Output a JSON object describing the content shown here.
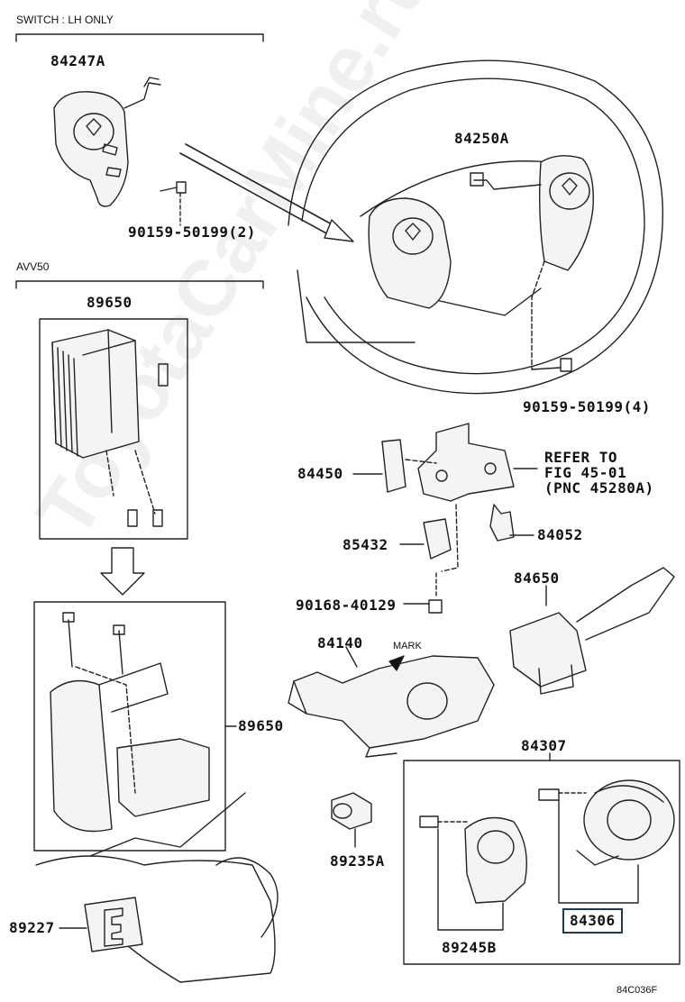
{
  "watermark": "ToyotaCarMine.ru",
  "sections": {
    "switch_note": "SWITCH : LH ONLY",
    "avv_note": "AVV50"
  },
  "parts": {
    "p84247A": "84247A",
    "p84250A": "84250A",
    "bolt_2": "90159-50199(2)",
    "bolt_4": "90159-50199(4)",
    "p89650_top": "89650",
    "p89650_side": "89650",
    "p84450": "84450",
    "p85432": "85432",
    "p84052": "84052",
    "p90168": "90168-40129",
    "p84650": "84650",
    "p84140": "84140",
    "p84307": "84307",
    "p89235A": "89235A",
    "p89227": "89227",
    "p89245B": "89245B",
    "p84306": "84306"
  },
  "refer": {
    "line1": "REFER TO",
    "line2": "FIG 45-01",
    "line3": "(PNC 45280A)"
  },
  "mark": "MARK",
  "figure_code": "84C036F"
}
